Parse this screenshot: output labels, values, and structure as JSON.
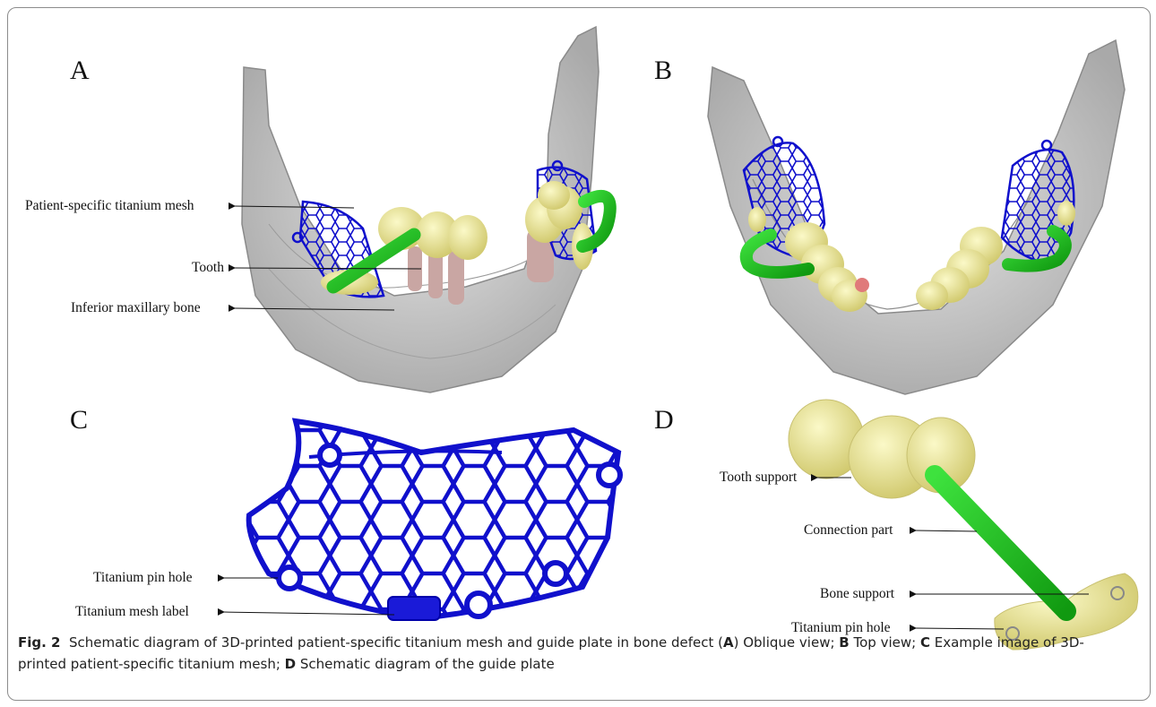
{
  "panels": {
    "a": {
      "letter": "A",
      "labels": {
        "mesh": "Patient-specific titanium mesh",
        "tooth": "Tooth",
        "bone": "Inferior maxillary bone"
      }
    },
    "b": {
      "letter": "B"
    },
    "c": {
      "letter": "C",
      "labels": {
        "pin_hole": "Titanium pin hole",
        "mesh_label": "Titanium mesh label"
      }
    },
    "d": {
      "letter": "D",
      "labels": {
        "tooth_support": "Tooth support",
        "connection": "Connection part",
        "bone_support": "Bone support",
        "pin_hole": "Titanium pin hole"
      }
    }
  },
  "caption": {
    "fig_label": "Fig. 2",
    "text_1": "Schematic diagram of 3D-printed patient-specific titanium mesh and guide plate in bone defect (",
    "a": "A",
    "text_2": ") Oblique view; ",
    "b": "B",
    "text_3": " Top view; ",
    "c": "C",
    "text_4": " Example image of 3D-printed patient-specific titanium mesh; ",
    "d": "D",
    "text_5": " Schematic diagram of the guide plate"
  },
  "colors": {
    "bone": "#c9c9c9",
    "mesh": "#1010cc",
    "tooth": "#ece89a",
    "guide": "#22bb22",
    "root": "#c9a6a3"
  }
}
